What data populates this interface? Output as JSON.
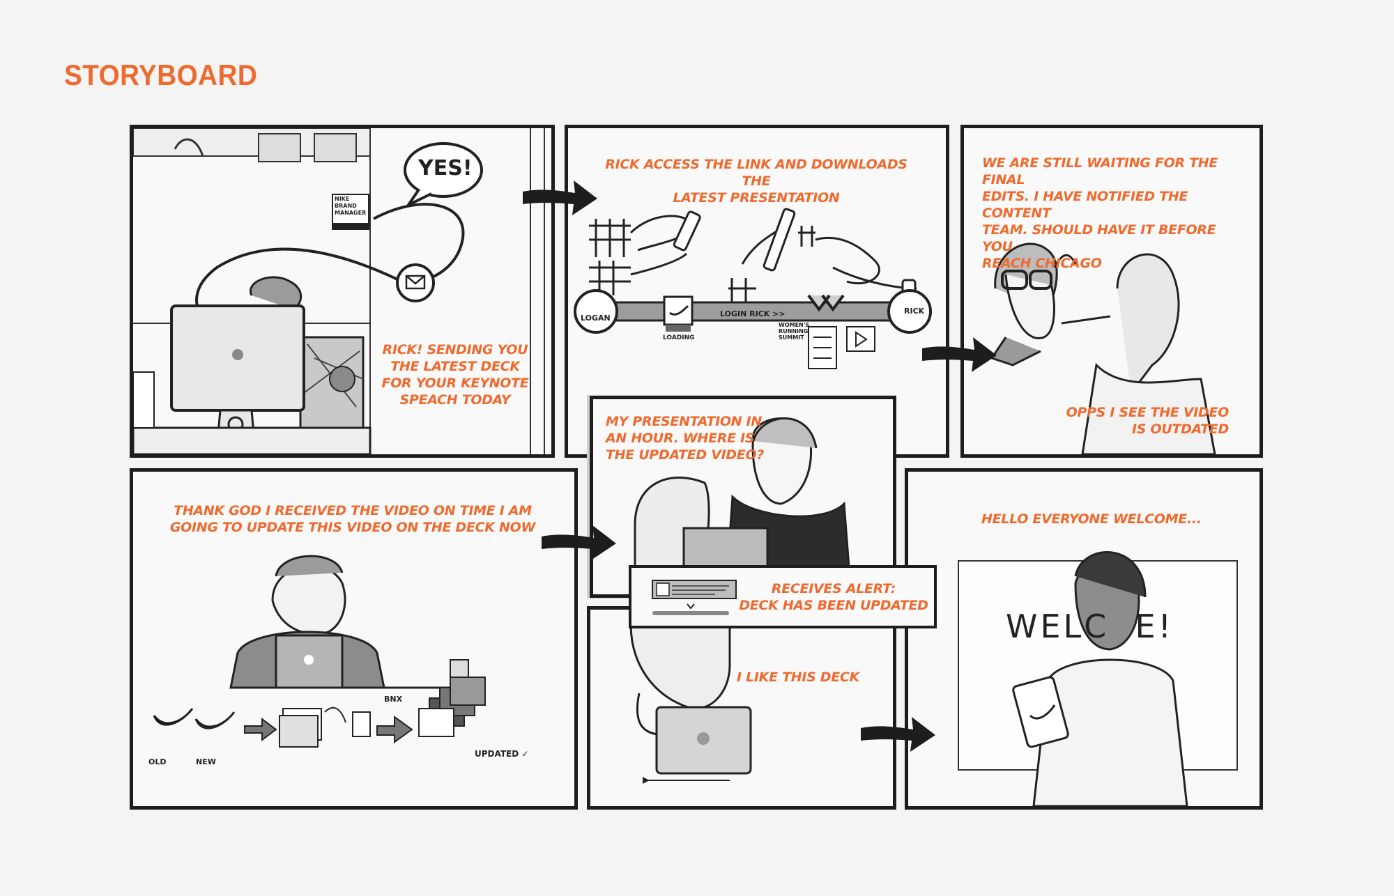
{
  "page": {
    "title": "STORYBOARD"
  },
  "panels": [
    {
      "id": 1,
      "caption": "RICK! SENDING YOU\nTHE LATEST DECK\nFOR YOUR KEYNOTE\nSPEACH TODAY",
      "bubble": "YES!",
      "badge": "NIKE\nBRAND\nMANAGER"
    },
    {
      "id": 2,
      "caption": "RICK ACCESS THE LINK AND DOWNLOADS THE\nLATEST PRESENTATION",
      "labels": [
        "LOGAN",
        "LOADING",
        "LOGIN RICK >>",
        "WOMEN'S\nRUNNING\nSUMMIT",
        "RICK"
      ]
    },
    {
      "id": 3,
      "caption_top": "WE ARE STILL WAITING FOR THE FINAL\nEDITS. I HAVE NOTIFIED THE CONTENT\nTEAM. SHOULD HAVE IT BEFORE YOU\nREACH CHICAGO",
      "caption_bottom": "OPPS I SEE THE VIDEO\nIS OUTDATED"
    },
    {
      "id": 4,
      "caption": "MY PRESENTATION IN\nAN HOUR. WHERE IS\nTHE UPDATED VIDEO?"
    },
    {
      "id": 5,
      "caption": "RECEIVES ALERT:\nDECK HAS BEEN UPDATED"
    },
    {
      "id": 6,
      "caption": "THANK GOD I RECEIVED THE VIDEO ON TIME I AM\nGOING TO UPDATE THIS VIDEO ON THE DECK NOW",
      "labels": [
        "OLD",
        "NEW",
        "BNX",
        "UPDATED ✓"
      ]
    },
    {
      "id": 7,
      "caption": "I LIKE THIS DECK"
    },
    {
      "id": 8,
      "caption": "HELLO EVERYONE WELCOME...",
      "board_text": "WELC  E!"
    }
  ],
  "colors": {
    "accent": "#ee6a2e",
    "ink": "#1d1d1d",
    "paper": "#f8f8f8",
    "shade": "#8a8a8a"
  }
}
